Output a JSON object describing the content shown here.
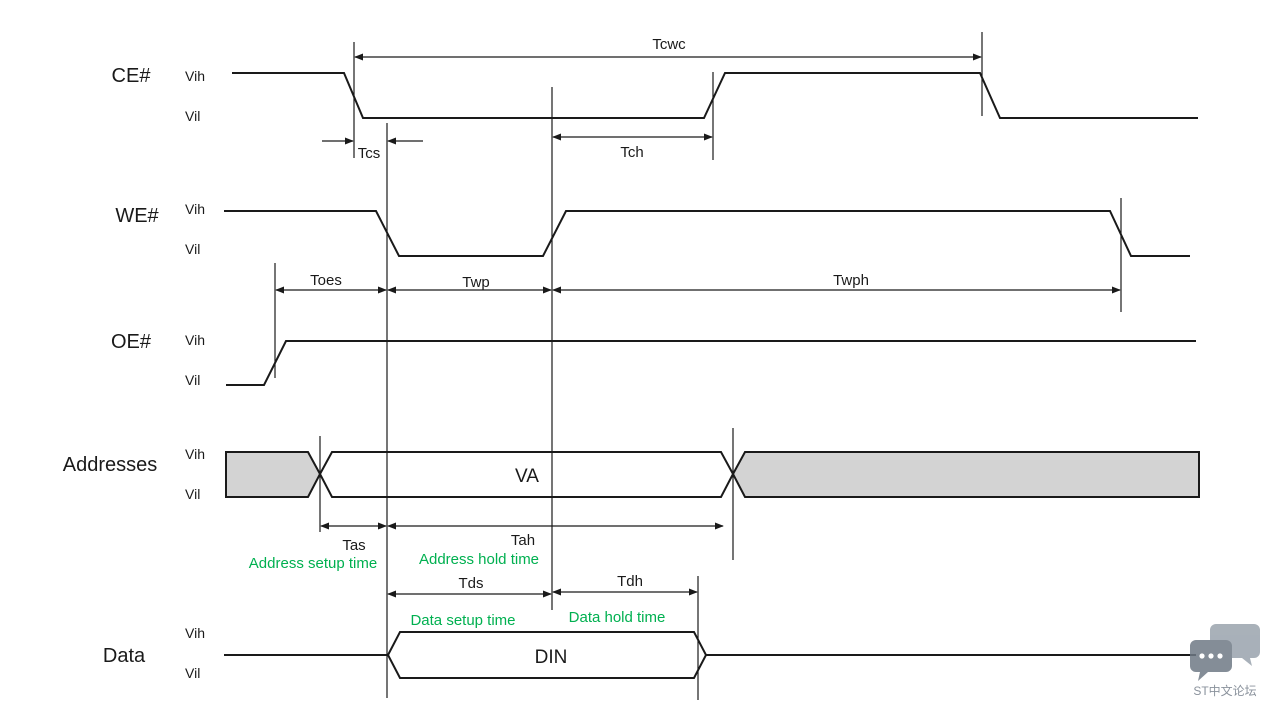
{
  "diagram": {
    "signals": {
      "ce": "CE#",
      "we": "WE#",
      "oe": "OE#",
      "addr": "Addresses",
      "data": "Data"
    },
    "levels": {
      "high": "Vih",
      "low": "Vil"
    },
    "timings": {
      "tcwc": "Tcwc",
      "tcs": "Tcs",
      "tch": "Tch",
      "toes": "Toes",
      "twp": "Twp",
      "twph": "Twph",
      "tas": "Tas",
      "tah": "Tah",
      "tds": "Tds",
      "tdh": "Tdh"
    },
    "notes": {
      "tas": "Address setup time",
      "tah": "Address hold time",
      "tds": "Data setup time",
      "tdh": "Data hold time"
    },
    "buses": {
      "addr": "VA",
      "data": "DIN"
    },
    "colors": {
      "note": "#00b050",
      "bus_fill": "#d3d3d3",
      "line": "#1a1a1a"
    }
  },
  "watermark": {
    "icon": "chat-bubbles-icon",
    "text": "ST中文论坛"
  }
}
